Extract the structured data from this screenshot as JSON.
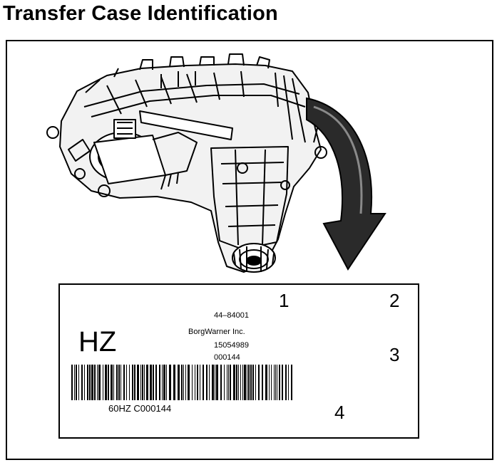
{
  "title": "Transfer Case Identification",
  "label": {
    "model_code": "HZ",
    "line1": "44–84001",
    "line2": "BorgWarner Inc.",
    "line3": "15054989",
    "line4": "000144",
    "barcode_text": "60HZ C000144"
  },
  "callouts": [
    "1",
    "2",
    "3",
    "4"
  ],
  "icons": {
    "arrow": "curved-arrow-icon",
    "transfer_case": "transfer-case-illustration"
  }
}
